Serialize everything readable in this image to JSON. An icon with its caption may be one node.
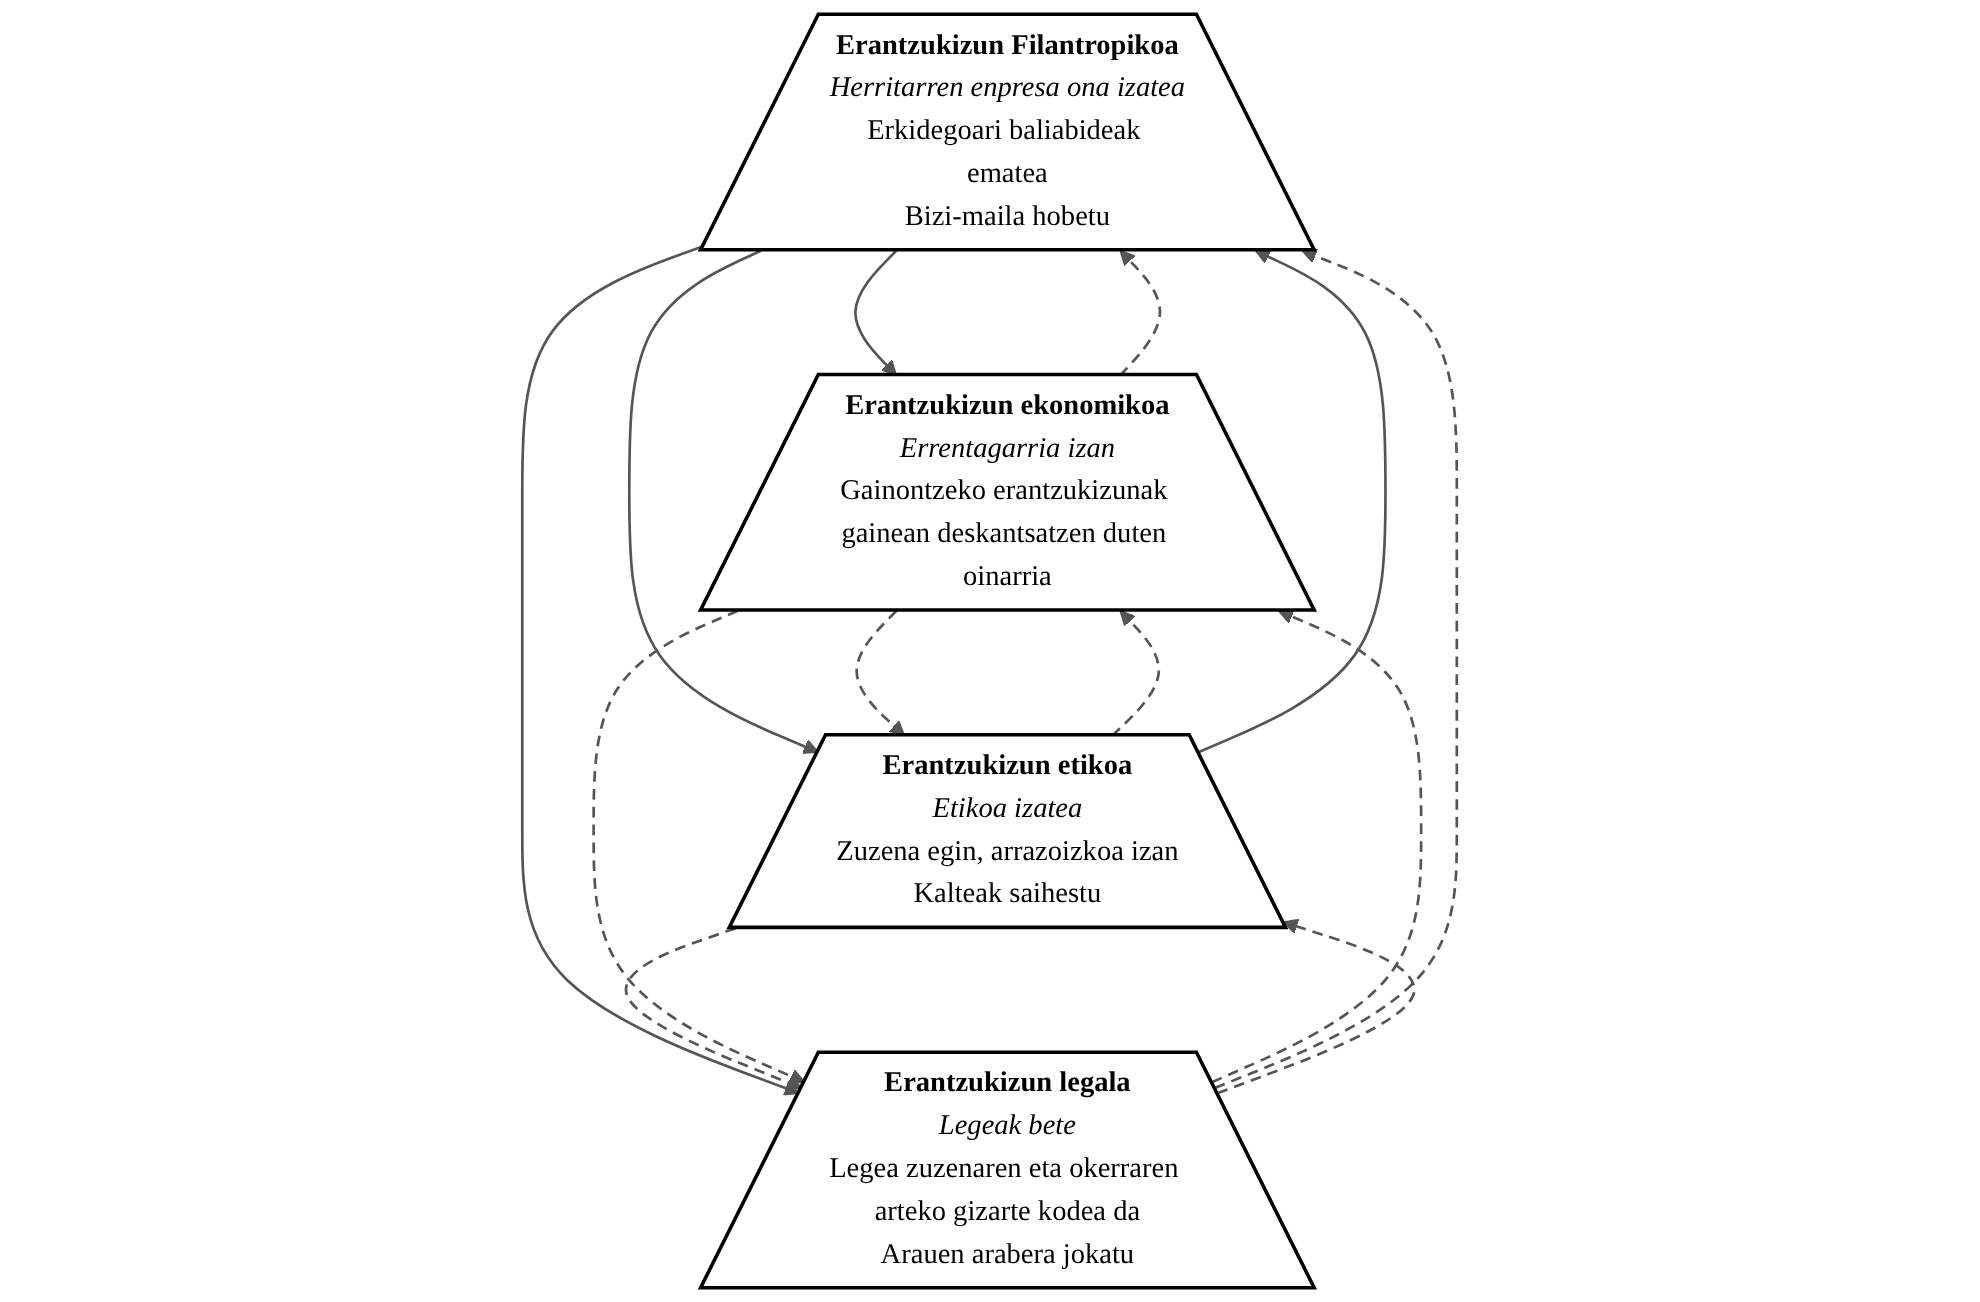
{
  "diagram": {
    "nodes": [
      {
        "text": [
          "Erantzukizun Filantropikoa",
          "Herritarren enpresa ona izatea",
          "Erkidegoari baliabideak ematea",
          "Bizi-maila hobetu"
        ]
      },
      {
        "text": [
          "Erantzukizun etikoa",
          "Etikoa izatea",
          "Zuzena egin, arrazoizkoa izan",
          "Kalteak saihestu"
        ]
      },
      {
        "text": [
          "Erantzukizun legala",
          "Legeak bete",
          "Legea zuzenaren eta okerraren arteko gizarte kodea da",
          "Arauen arabera jokatu"
        ]
      },
      {
        "text": [
          "Erantzukizun ekonomikoa",
          "Errentagarria izan",
          "Gainontzeko erantzukizunak gainean deskantsatzen duten oinarria"
        ]
      }
    ],
    "edges": [
      {
        "from": 0,
        "to": 3,
        "arrow": "to"
      },
      {
        "from": 0,
        "to": 2,
        "arrow": "to"
      },
      {
        "from": 0,
        "to": 1,
        "arrow": "to"
      },
      {
        "from": 1,
        "to": 3,
        "arrow": "to",
        "style": "dashed"
      },
      {
        "from": 1,
        "to": 2,
        "arrow": "to",
        "style": "dashed"
      },
      {
        "from": 2,
        "to": 3,
        "arrow": "to",
        "style": "dashed"
      },
      {
        "from": 1,
        "to": 0,
        "arrow": "to"
      },
      {
        "from": 2,
        "to": 0,
        "arrow": "to",
        "style": "dashed"
      },
      {
        "from": 3,
        "to": 0,
        "arrow": "to",
        "style": "dashed"
      },
      {
        "from": 2,
        "to": 1,
        "arrow": "to",
        "style": "dashed"
      },
      {
        "from": 3,
        "to": 1,
        "arrow": "to",
        "style": "dashed"
      },
      {
        "from": 3,
        "to": 2,
        "arrow": "to",
        "style": "dashed"
      }
    ]
  }
}
